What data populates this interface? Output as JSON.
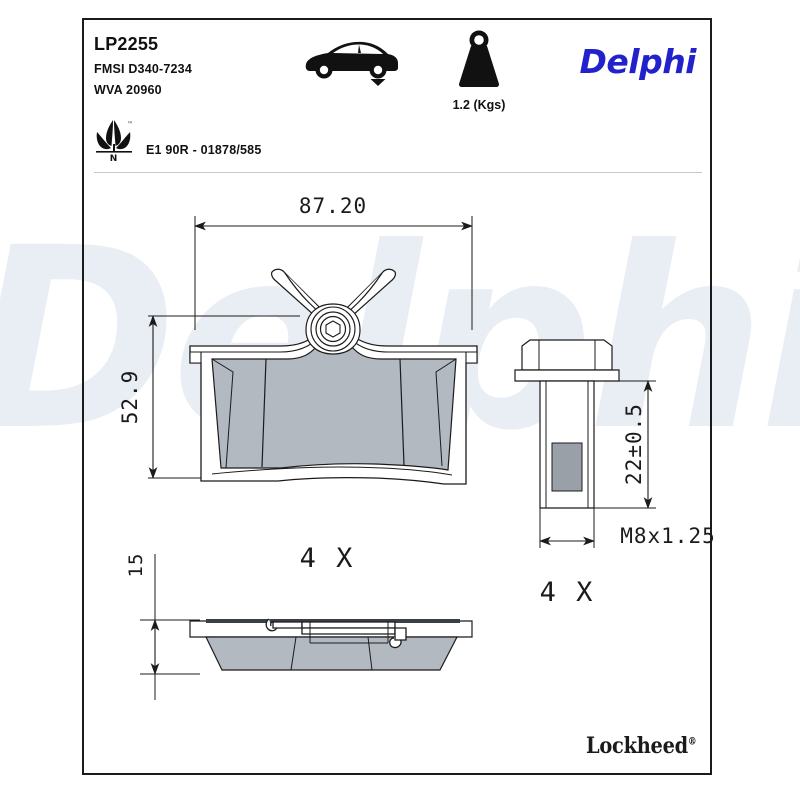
{
  "product": {
    "reference": "LP2255",
    "fmsi": "FMSI D340-7234",
    "wva": "WVA 20960",
    "ece_approval": "E1 90R - 01878/585",
    "weight": "1.2 (Kgs)",
    "axle_icon": "car-rear-axle-icon",
    "weight_icon": "weight-kettlebell-icon",
    "eco_icon": "eco-leaf-n-icon"
  },
  "brand": {
    "primary": "Delphi",
    "primary_color": "#2222cc",
    "secondary": "Lockheed",
    "secondary_mark": "®",
    "watermark": "Delphi",
    "watermark_color": "#e9edf4"
  },
  "drawing": {
    "dimensions": {
      "width": "87.20",
      "height": "52.9",
      "thickness": "15",
      "bolt_length": "22±0.5",
      "bolt_thread": "M8x1.25"
    },
    "quantities": {
      "pads": "4 X",
      "bolts": "4 X"
    },
    "colors": {
      "friction_material": "#b3b9c0",
      "backing_plate": "#ffffff",
      "line": "#1b1b1b",
      "shim": "#9aa0a8"
    },
    "views": {
      "front": "brake-pad-front-view",
      "side": "brake-pad-side-section-view",
      "bolt": "guide-bolt-view"
    }
  }
}
